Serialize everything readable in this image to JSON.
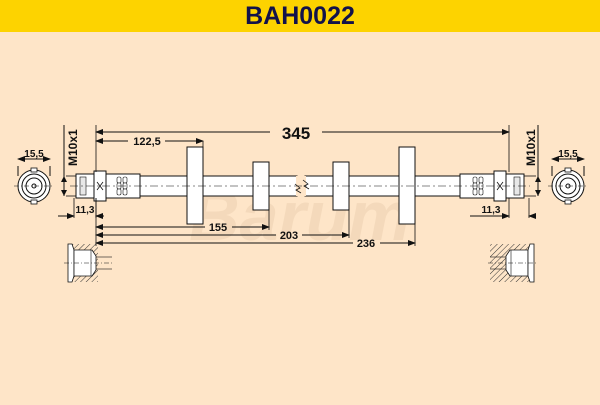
{
  "header": {
    "part_number": "BAH0022"
  },
  "colors": {
    "header_bg": "#fdd300",
    "title": "#12124a",
    "background": "#fee5c8",
    "line": "#111111",
    "part_fill": "#ffffff"
  },
  "dimensions": {
    "total_length": "345",
    "first_bracket": "122,5",
    "second_bracket": "155",
    "third_bracket": "203",
    "fourth_bracket": "236",
    "left_end_length": "11,3",
    "right_end_length": "11,3",
    "left_thread": "M10x1",
    "right_thread": "M10x1",
    "left_end_diameter": "15,5",
    "right_end_diameter": "15,5"
  },
  "watermark": {
    "text": "Barum"
  }
}
